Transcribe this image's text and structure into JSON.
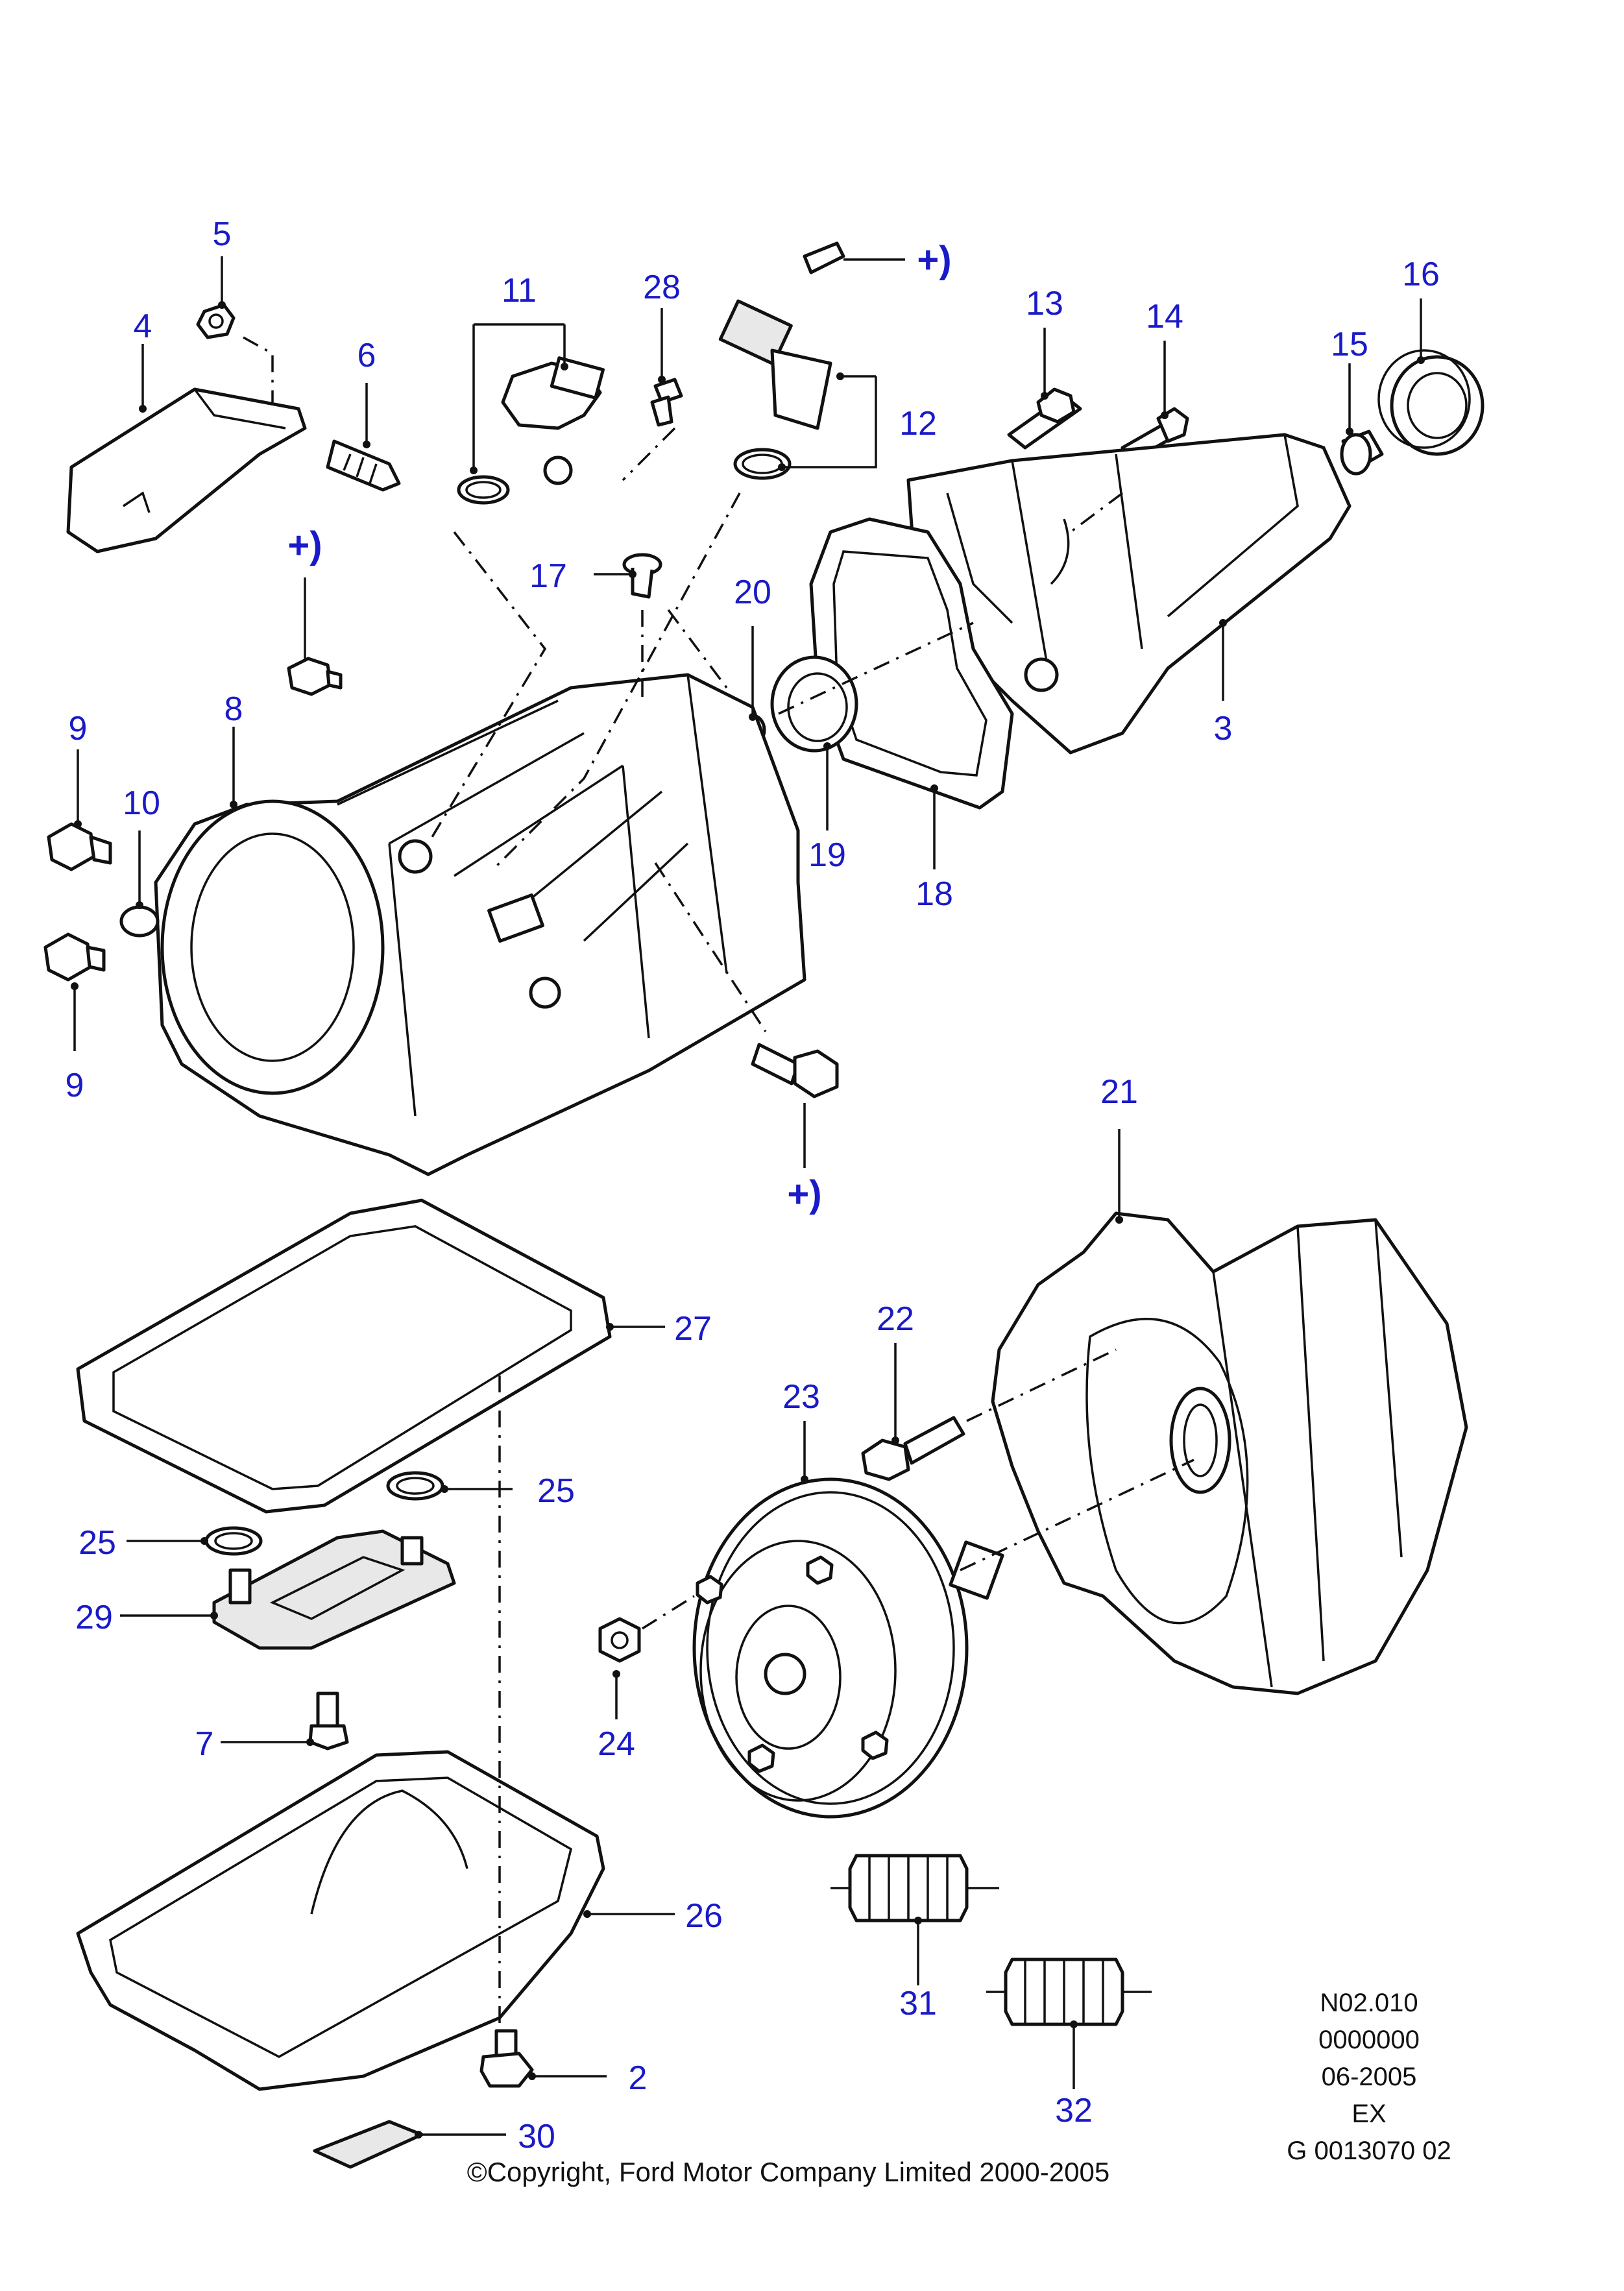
{
  "callouts": {
    "c2": "2",
    "c3": "3",
    "c4": "4",
    "c5": "5",
    "c6": "6",
    "c7": "7",
    "c8": "8",
    "c9a": "9",
    "c9b": "9",
    "c10": "10",
    "c11": "11",
    "c12": "12",
    "c13": "13",
    "c14": "14",
    "c15": "15",
    "c16": "16",
    "c17": "17",
    "c18": "18",
    "c19": "19",
    "c20": "20",
    "c21": "21",
    "c22": "22",
    "c23": "23",
    "c24": "24",
    "c25a": "25",
    "c25b": "25",
    "c26": "26",
    "c27": "27",
    "c28": "28",
    "c29": "29",
    "c30": "30",
    "c31": "31",
    "c32": "32"
  },
  "plus_marks": {
    "plus_top": "+)",
    "plus_left": "+)",
    "plus_bottom": "+)"
  },
  "reference": {
    "line1": "N02.010",
    "line2": "0000000",
    "line3": "06-2005",
    "line4": "EX",
    "line5": "G 0013070 02"
  },
  "copyright": "©Copyright, Ford Motor Company Limited 2000-2005",
  "colors": {
    "callout": "#1a1ac8",
    "linework": "#111111"
  }
}
